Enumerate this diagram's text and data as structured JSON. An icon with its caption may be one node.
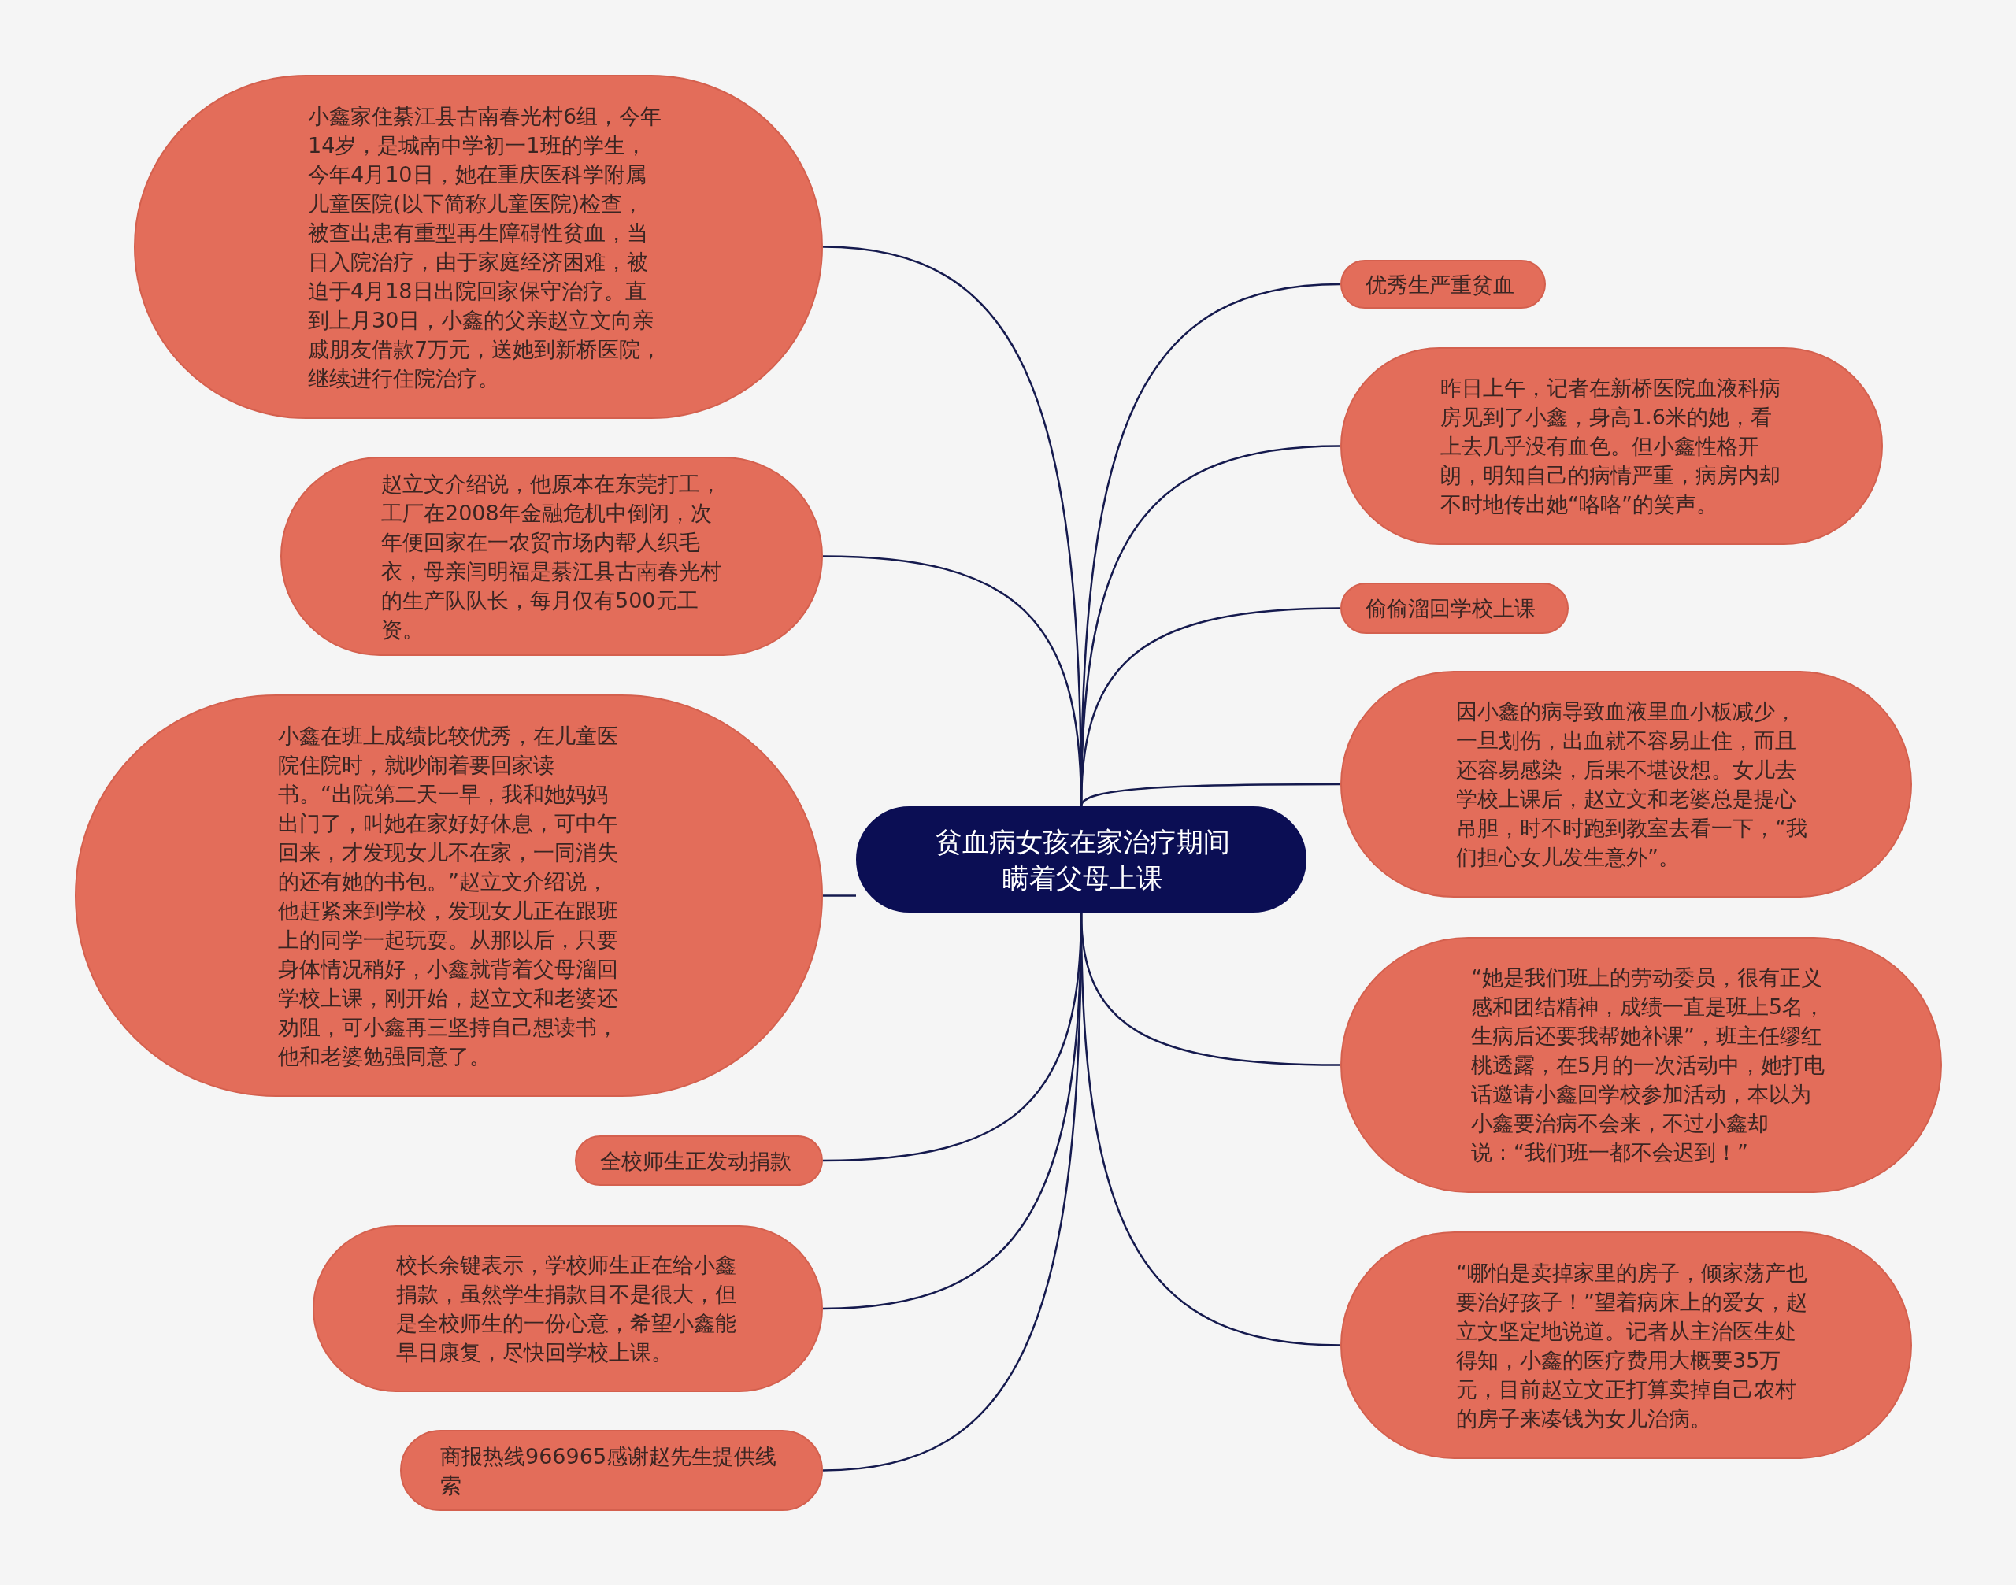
{
  "diagram": {
    "nodes": [
      {
        "text": [
          "贫血病女孩在家治疗期间瞒着父母上课"
        ]
      },
      {
        "text": [
          "小鑫家住綦江县古南春光村6组，今年14岁，是城南中学初一1班的学生，今年4月10日，她在重庆医科学附属儿童医院(以下简称儿童医院)检查，被查出患有重型再生障碍性贫血，当日入院治疗，由于家庭经济困难，被迫于4月18日出院回家保守治疗。直到上月30日，小鑫的父亲赵立文向亲戚朋友借款7万元，送她到新桥医院，继续进行住院治疗。"
        ]
      },
      {
        "text": [
          "赵立文介绍说，他原本在东莞打工，工厂在2008年金融危机中倒闭，次年便回家在一农贸市场内帮人织毛衣，母亲闫明福是綦江县古南春光村的生产队队长，每月仅有500元工资。"
        ]
      },
      {
        "text": [
          "小鑫在班上成绩比较优秀，在儿童医院住院时，就吵闹着要回家读书。“出院第二天一早，我和她妈妈出门了，叫她在家好好休息，可中午回来，才发现女儿不在家，一同消失的还有她的书包。”赵立文介绍说，他赶紧来到学校，发现女儿正在跟班上的同学一起玩耍。从那以后，只要身体情况稍好，小鑫就背着父母溜回学校上课，刚开始，赵立文和老婆还劝阻，可小鑫再三坚持自己想读书，他和老婆勉强同意了。"
        ]
      },
      {
        "text": [
          "全校师生正发动捐款"
        ]
      },
      {
        "text": [
          "校长余键表示，学校师生正在给小鑫捐款，虽然学生捐款目不是很大，但是全校师生的一份心意，希望小鑫能早日康复，尽快回学校上课。"
        ]
      },
      {
        "text": [
          "商报热线966965感谢赵先生提供线索"
        ]
      },
      {
        "text": [
          "优秀生严重贫血"
        ]
      },
      {
        "text": [
          "昨日上午，记者在新桥医院血液科病房见到了小鑫，身高1.6米的她，看上去几乎没有血色。但小鑫性格开朗，明知自己的病情严重，病房内却不时地传出她“咯咯”的笑声。"
        ]
      },
      {
        "text": [
          "偷偷溜回学校上课"
        ]
      },
      {
        "text": [
          "因小鑫的病导致血液里血小板减少，一旦划伤，出血就不容易止住，而且还容易感染，后果不堪设想。女儿去学校上课后，赵立文和老婆总是提心吊胆，时不时跑到教室去看一下，“我们担心女儿发生意外”。"
        ]
      },
      {
        "text": [
          "“她是我们班上的劳动委员，很有正义感和团结精神，成绩一直是班上5名，生病后还要我帮她补课”，班主任缪红桃透露，在5月的一次活动中，她打电话邀请小鑫回学校参加活动，本以为小鑫要治病不会来，不过小鑫却说：“我们班一都不会迟到！”"
        ]
      },
      {
        "text": [
          "“哪怕是卖掉家里的房子，倾家荡产也要治好孩子！”望着病床上的爱女，赵立文坚定地说道。记者从主治医生处得知，小鑫的医疗费用大概要35万元，目前赵立文正打算卖掉自己农村的房子来凑钱为女儿治病。"
        ]
      }
    ],
    "edges": [
      {
        "from": 0,
        "to": 1,
        "arrow": "none"
      },
      {
        "from": 0,
        "to": 2,
        "arrow": "none"
      },
      {
        "from": 0,
        "to": 3,
        "arrow": "none"
      },
      {
        "from": 0,
        "to": 4,
        "arrow": "none"
      },
      {
        "from": 0,
        "to": 5,
        "arrow": "none"
      },
      {
        "from": 0,
        "to": 6,
        "arrow": "none"
      },
      {
        "from": 0,
        "to": 7,
        "arrow": "none"
      },
      {
        "from": 0,
        "to": 8,
        "arrow": "none"
      },
      {
        "from": 0,
        "to": 9,
        "arrow": "none"
      },
      {
        "from": 0,
        "to": 10,
        "arrow": "none"
      },
      {
        "from": 0,
        "to": 11,
        "arrow": "none"
      },
      {
        "from": 0,
        "to": 12,
        "arrow": "none"
      }
    ]
  }
}
